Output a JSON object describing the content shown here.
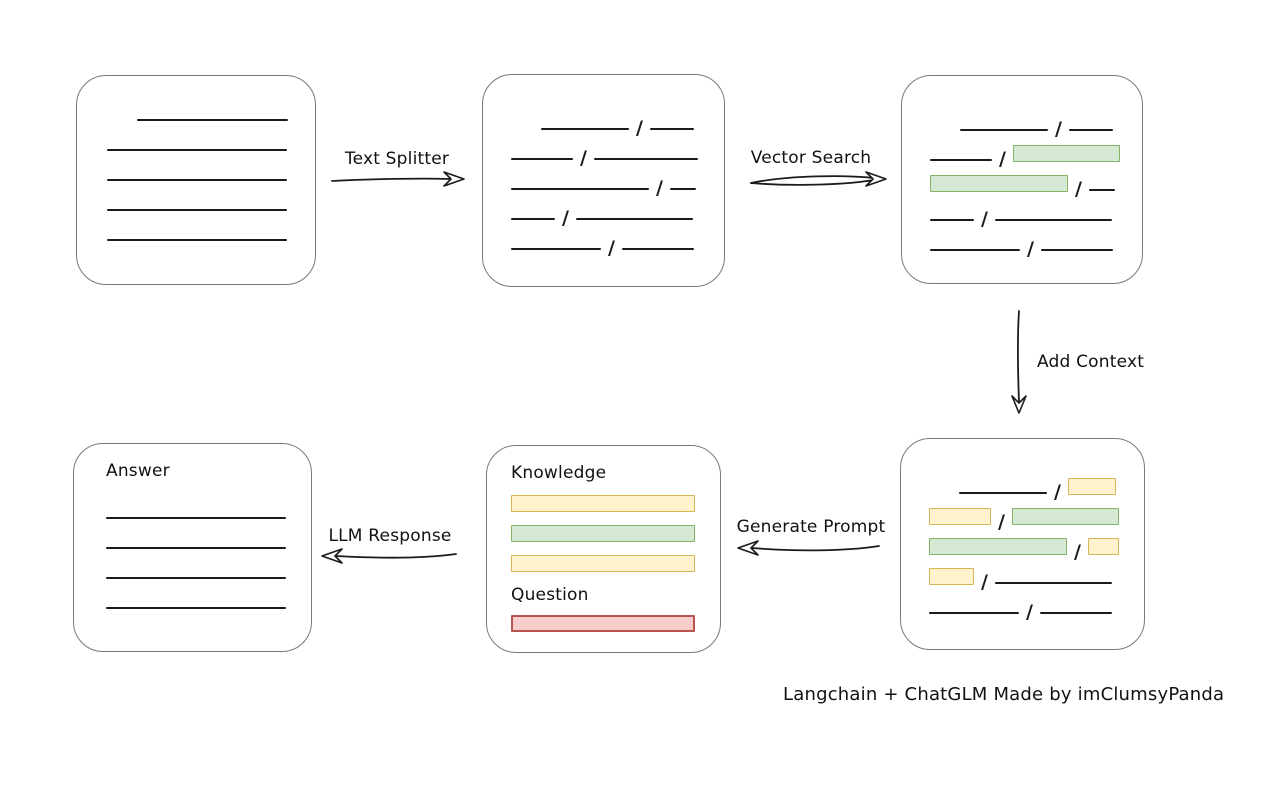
{
  "caption": "Langchain + ChatGLM Made by imClumsyPanda",
  "colors": {
    "background": "#ffffff",
    "box_border": "#7a7a7a",
    "stroke": "#1b1b1b",
    "green_fill": "#d5e8d4",
    "green_border": "#82b366",
    "yellow_fill": "#fff2cc",
    "yellow_border": "#d6b656",
    "red_fill": "#f8cecc",
    "red_border": "#b85450"
  },
  "arrows": [
    {
      "id": "text-splitter",
      "label": "Text Splitter",
      "direction": "right"
    },
    {
      "id": "vector-search",
      "label": "Vector Search",
      "direction": "right"
    },
    {
      "id": "add-context",
      "label": "Add Context",
      "direction": "down"
    },
    {
      "id": "generate-prompt",
      "label": "Generate Prompt",
      "direction": "left"
    },
    {
      "id": "llm-response",
      "label": "LLM Response",
      "direction": "left"
    }
  ],
  "boxes": [
    {
      "id": "source-document",
      "rows": [
        [
          {
            "t": "line",
            "w": 151,
            "ml": 30
          }
        ],
        [
          {
            "t": "line",
            "w": 180
          }
        ],
        [
          {
            "t": "line",
            "w": 180
          }
        ],
        [
          {
            "t": "line",
            "w": 180
          }
        ],
        [
          {
            "t": "line",
            "w": 180
          }
        ]
      ]
    },
    {
      "id": "split-chunks",
      "rows": [
        [
          {
            "t": "line",
            "w": 88,
            "ml": 30
          },
          {
            "t": "slash"
          },
          {
            "t": "line",
            "w": 44
          }
        ],
        [
          {
            "t": "line",
            "w": 62
          },
          {
            "t": "slash"
          },
          {
            "t": "line",
            "w": 104
          }
        ],
        [
          {
            "t": "line",
            "w": 138
          },
          {
            "t": "slash"
          },
          {
            "t": "line",
            "w": 26
          }
        ],
        [
          {
            "t": "line",
            "w": 44
          },
          {
            "t": "slash"
          },
          {
            "t": "line",
            "w": 117
          }
        ],
        [
          {
            "t": "line",
            "w": 90
          },
          {
            "t": "slash"
          },
          {
            "t": "line",
            "w": 72
          }
        ]
      ]
    },
    {
      "id": "matched-chunks",
      "rows": [
        [
          {
            "t": "line",
            "w": 88,
            "ml": 30
          },
          {
            "t": "slash"
          },
          {
            "t": "line",
            "w": 44
          }
        ],
        [
          {
            "t": "line",
            "w": 62
          },
          {
            "t": "slash"
          },
          {
            "t": "green",
            "w": 107
          }
        ],
        [
          {
            "t": "green",
            "w": 138
          },
          {
            "t": "slash"
          },
          {
            "t": "line",
            "w": 26
          }
        ],
        [
          {
            "t": "line",
            "w": 44
          },
          {
            "t": "slash"
          },
          {
            "t": "line",
            "w": 117
          }
        ],
        [
          {
            "t": "line",
            "w": 90
          },
          {
            "t": "slash"
          },
          {
            "t": "line",
            "w": 72
          }
        ]
      ]
    },
    {
      "id": "context-chunks",
      "rows": [
        [
          {
            "t": "line",
            "w": 88,
            "ml": 30
          },
          {
            "t": "slash"
          },
          {
            "t": "yellow",
            "w": 48
          }
        ],
        [
          {
            "t": "yellow",
            "w": 62
          },
          {
            "t": "slash"
          },
          {
            "t": "green",
            "w": 107
          }
        ],
        [
          {
            "t": "green",
            "w": 138
          },
          {
            "t": "slash"
          },
          {
            "t": "yellow",
            "w": 31
          }
        ],
        [
          {
            "t": "yellow",
            "w": 45
          },
          {
            "t": "slash"
          },
          {
            "t": "line",
            "w": 117
          }
        ],
        [
          {
            "t": "line",
            "w": 90
          },
          {
            "t": "slash"
          },
          {
            "t": "line",
            "w": 72
          }
        ]
      ]
    },
    {
      "id": "prompt",
      "rows": [
        [
          {
            "t": "text",
            "v": "Knowledge"
          }
        ],
        [
          {
            "t": "yellow",
            "w": 184
          }
        ],
        [
          {
            "t": "green",
            "w": 184
          }
        ],
        [
          {
            "t": "yellow",
            "w": 184
          }
        ],
        [
          {
            "t": "text",
            "v": "Question"
          }
        ],
        [
          {
            "t": "red",
            "w": 184
          }
        ]
      ]
    },
    {
      "id": "answer",
      "rows": [
        [
          {
            "t": "text",
            "v": "Answer"
          }
        ],
        [
          {
            "t": "line",
            "w": 180
          }
        ],
        [
          {
            "t": "line",
            "w": 180
          }
        ],
        [
          {
            "t": "line",
            "w": 180
          }
        ],
        [
          {
            "t": "line",
            "w": 180
          }
        ]
      ]
    }
  ]
}
